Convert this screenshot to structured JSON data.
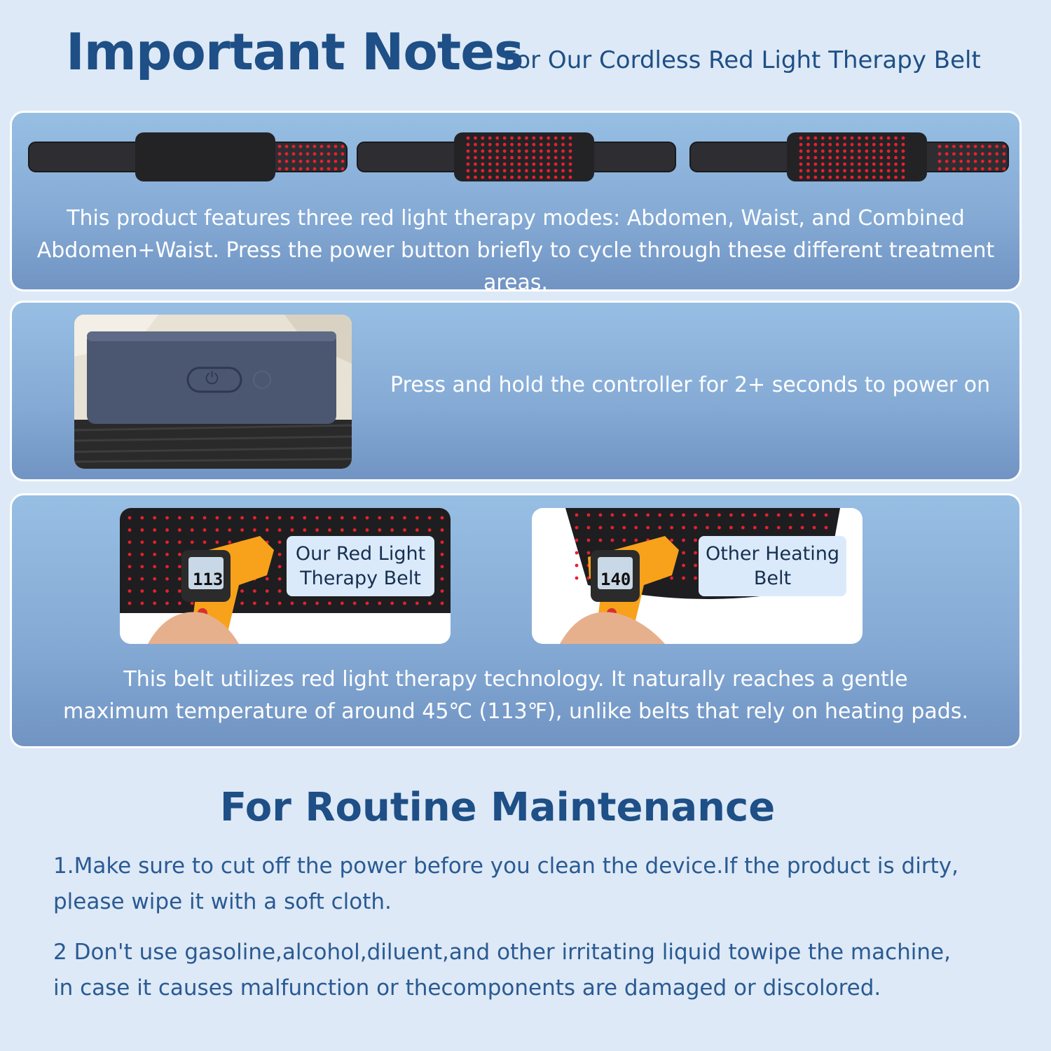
{
  "header": {
    "title": "Important Notes",
    "subtitle": "For Our Cordless Red Light Therapy Belt"
  },
  "modes_panel": {
    "text_line1": "This product features three red light therapy modes: Abdomen, Waist, and Combined",
    "text_line2": "Abdomen+Waist. Press the power button briefly to cycle through these different treatment areas."
  },
  "power_panel": {
    "text": "Press and hold the controller for 2+ seconds to power on"
  },
  "temperature_panel": {
    "our_belt_label_line1": "Our Red Light",
    "our_belt_label_line2": "Therapy Belt",
    "our_belt_reading": "113",
    "other_belt_label_line1": "Other Heating",
    "other_belt_label_line2": "Belt",
    "other_belt_reading": "140",
    "text_line1": "This belt utilizes red light therapy technology. It naturally reaches a gentle",
    "text_line2": "maximum temperature of around 45℃ (113℉), unlike belts that rely on heating pads."
  },
  "maintenance": {
    "title": "For Routine Maintenance",
    "note1_line1": "1.Make sure to cut off the power before you clean the device.If the product is dirty,",
    "note1_line2": "please wipe it with a soft cloth.",
    "note2_line1": "2 Don't use gasoline,alcohol,diluent,and other irritating liquid towipe the machine,",
    "note2_line2": "in case it causes malfunction or thecomponents are damaged or discolored."
  },
  "icons": [
    "power-icon",
    "red-led-belt-image",
    "infrared-thermometer-image"
  ],
  "colors": {
    "heading": "#1e4f86",
    "panel": "#8fb4dd",
    "led": "#e8202e",
    "belt": "#2b2b2f",
    "thermometer": "#f7a21a"
  }
}
